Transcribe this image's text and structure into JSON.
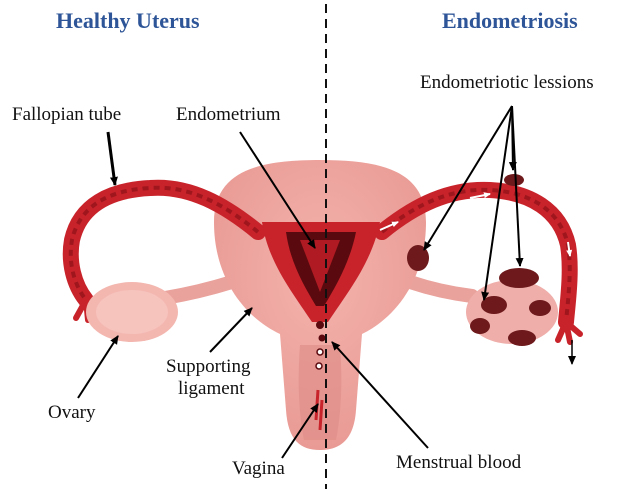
{
  "headings": {
    "left": "Healthy Uterus",
    "right": "Endometriosis",
    "color": "#2e5597"
  },
  "labels": {
    "fallopian_tube": "Fallopian tube",
    "endometrium": "Endometrium",
    "endometriotic_lesions": "Endometriotic lessions",
    "ovary": "Ovary",
    "supporting_ligament_line1": "Supporting",
    "supporting_ligament_line2": "ligament",
    "vagina": "Vagina",
    "menstrual_blood": "Menstrual blood"
  },
  "colors": {
    "uterus_body": "#f1a9a3",
    "tube": "#c8232b",
    "tube_dark": "#8f1118",
    "endometrium": "#5a0a0e",
    "lesion": "#6e1a1c",
    "ovary_healthy": "#f3b7b0",
    "ovary_disease": "#efaeaa"
  }
}
